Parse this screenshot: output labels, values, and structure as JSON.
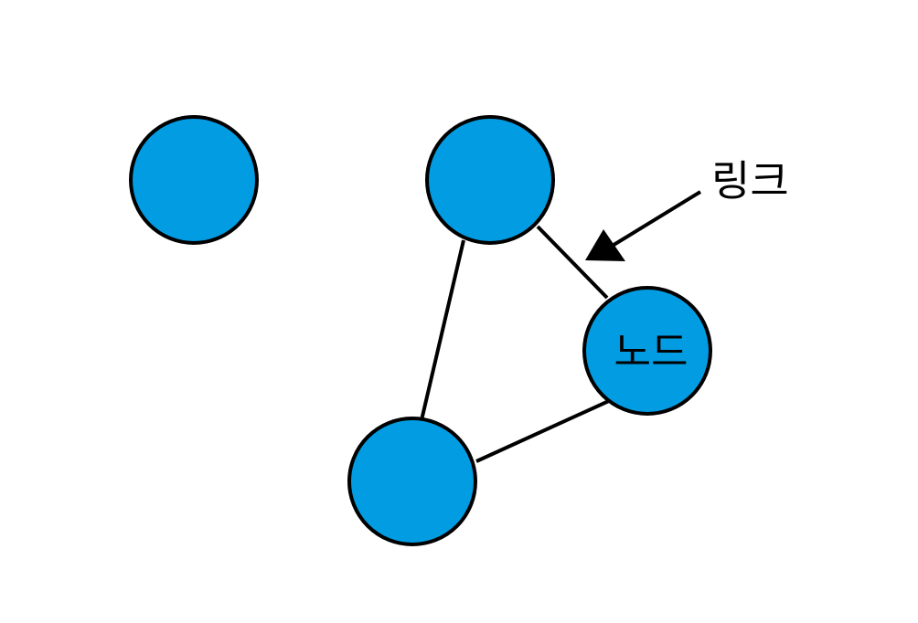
{
  "diagram": {
    "colors": {
      "node_fill": "#019CE1",
      "stroke": "#000000",
      "background": "#FFFFFF"
    },
    "labels": {
      "link": "링크",
      "node": "노드"
    },
    "nodes": [
      {
        "id": "isolated",
        "label": ""
      },
      {
        "id": "top",
        "label": ""
      },
      {
        "id": "right",
        "label": "노드"
      },
      {
        "id": "bottom",
        "label": ""
      }
    ],
    "links": [
      {
        "from": "top",
        "to": "right"
      },
      {
        "from": "top",
        "to": "bottom"
      },
      {
        "from": "bottom",
        "to": "right"
      }
    ]
  }
}
